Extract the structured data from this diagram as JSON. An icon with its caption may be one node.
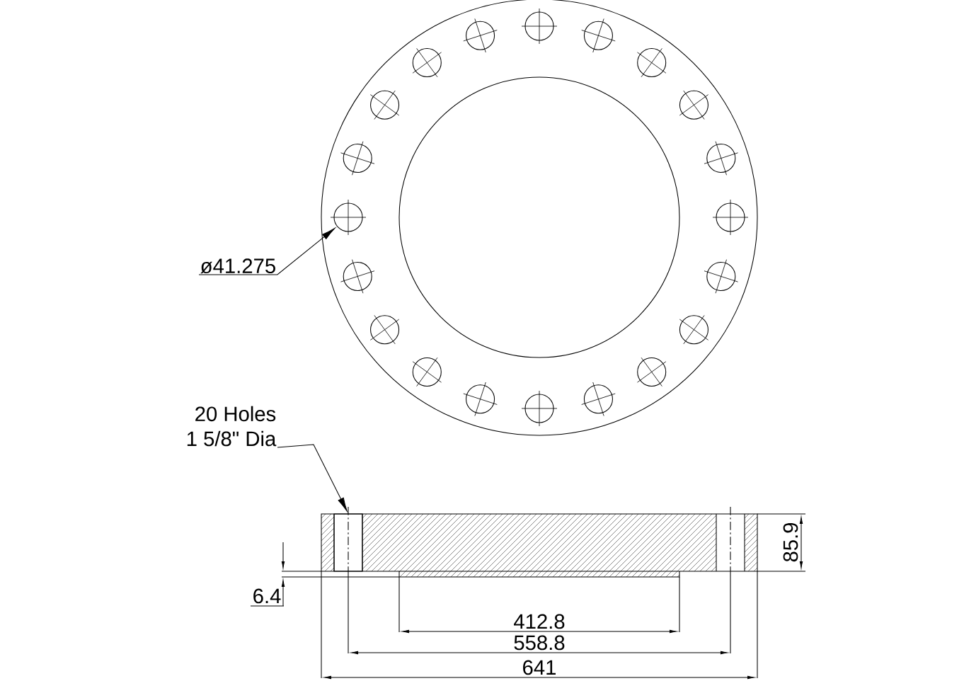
{
  "diagram": {
    "nodes": [
      {
        "text": [
          "ø41.275"
        ]
      },
      {
        "text": [],
        "shape": "circle"
      },
      {
        "text": [
          "20 Holes",
          "1 5/8\" Dia"
        ]
      },
      {
        "text": [],
        "shape": "box"
      }
    ],
    "edges": [
      {
        "from": 0,
        "to": 1,
        "arrow": "to"
      },
      {
        "from": 2,
        "to": 3,
        "arrow": "to"
      }
    ],
    "labels": [
      "85.9",
      "6.4",
      "412.8",
      "558.8",
      "641"
    ]
  }
}
